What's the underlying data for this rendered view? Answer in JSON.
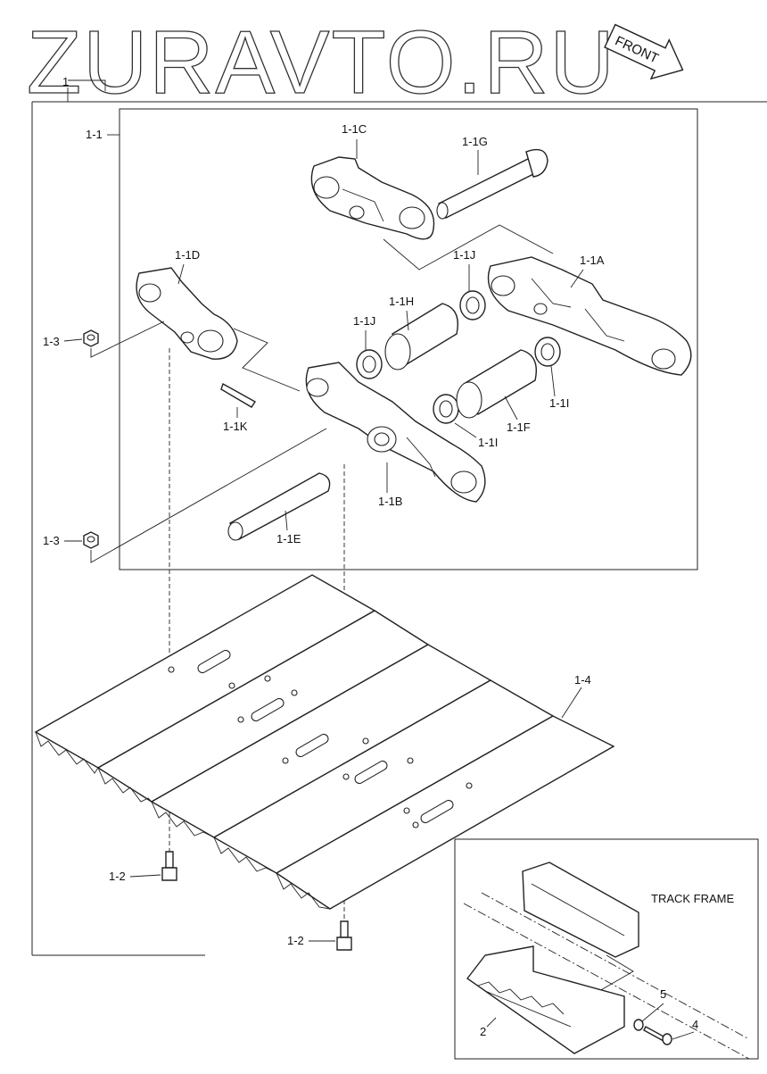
{
  "watermark": "ZURAVTO.RU",
  "front_arrow": "FRONT",
  "labels": {
    "main": "1",
    "link_assy": "1-1",
    "link_a": "1-1A",
    "link_b": "1-1B",
    "link_c": "1-1C",
    "link_d": "1-1D",
    "pin_e": "1-1E",
    "bushing_f": "1-1F",
    "pin_g": "1-1G",
    "bushing_h": "1-1H",
    "seal_i_1": "1-1I",
    "seal_i_2": "1-1I",
    "seal_j_1": "1-1J",
    "seal_j_2": "1-1J",
    "lock_k": "1-1K",
    "bolt_1": "1-2",
    "bolt_2": "1-2",
    "nut_1": "1-3",
    "nut_2": "1-3",
    "shoe": "1-4",
    "step": "2",
    "bolt_4": "4",
    "washer_5": "5"
  },
  "inset": {
    "title": "TRACK FRAME"
  }
}
